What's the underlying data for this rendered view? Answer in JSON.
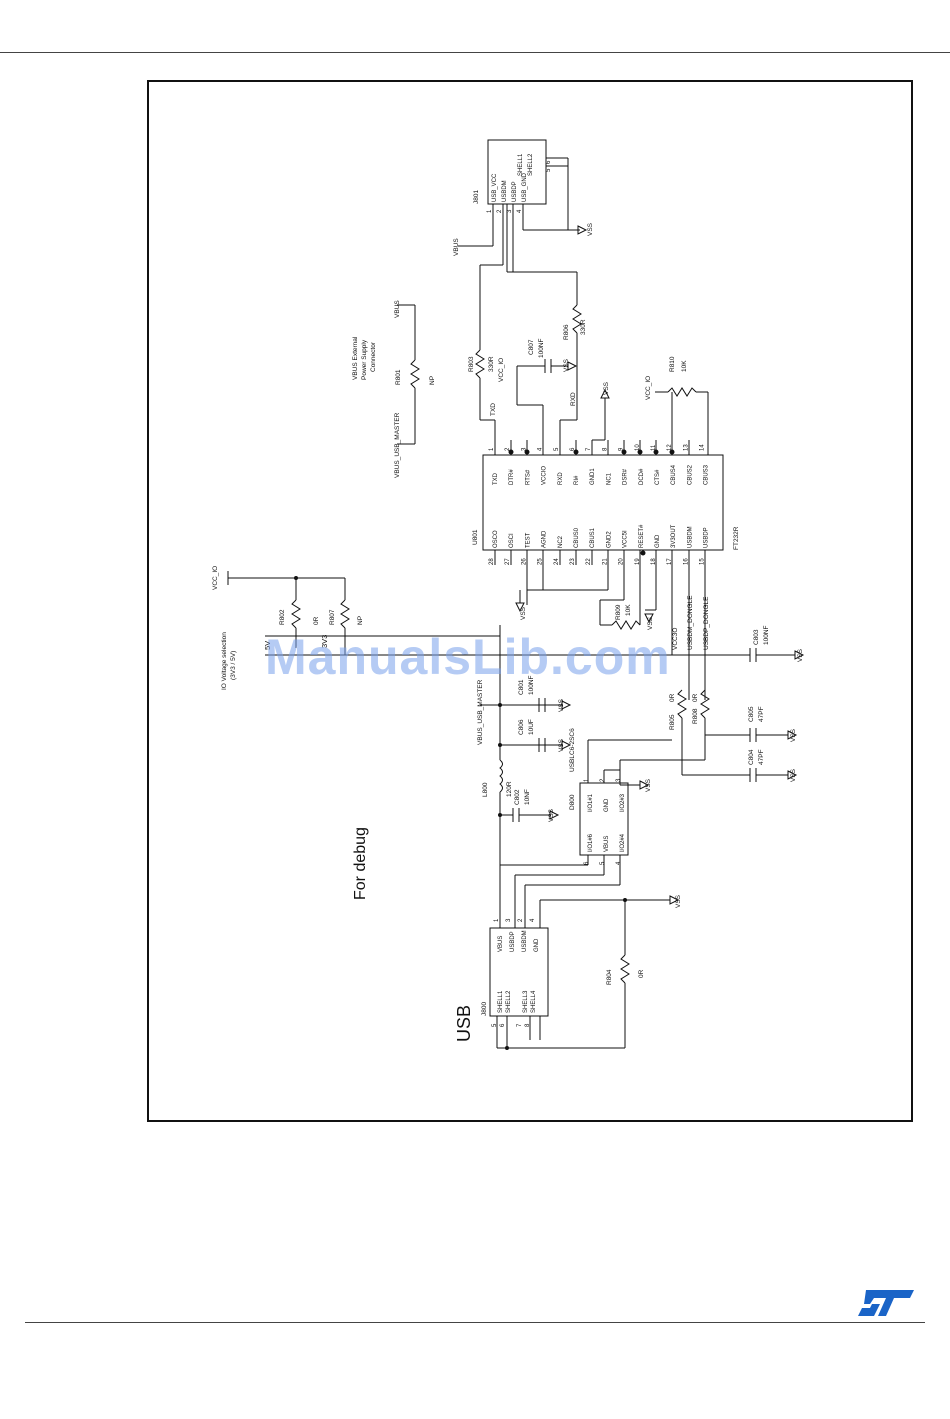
{
  "watermark": "ManualsLib.com",
  "titles": {
    "debug": "For debug",
    "usb": "USB"
  },
  "labels": {
    "io_voltage": "IO Voltage selection",
    "io_voltage_sub": "(3V3 / 5V)",
    "vcc_io": "VCC_IO",
    "v5": "5V",
    "v3": "3V3",
    "vbus_master": "VBUS_USB_MASTER",
    "vbus": "VBUS",
    "vss": "VSS",
    "vbus_ext1": "VBUS External",
    "vbus_ext2": "Power Supply",
    "vbus_ext3": "Connector",
    "usbdm_dongle": "USBDM_DONGLE",
    "usbdp_dongle": "USBDP_DONGLE",
    "vcc3o": "VCC3O",
    "txd": "TXD",
    "rxd": "RXD",
    "reset": "RESET#"
  },
  "components": {
    "j801": "J801",
    "j800": "J800",
    "u801": "U801",
    "ft232r": "FT232R",
    "d800": "D800",
    "d800_part": "USBLC6-2SC6",
    "r801": "R801",
    "r801_val": "NP",
    "r802": "R802",
    "r802_val": "0R",
    "r807": "R807",
    "r807_val": "NP",
    "r803": "R803",
    "r803_val": "330R",
    "r806": "R806",
    "r806_val": "330R",
    "r810": "R810",
    "r810_val": "10K",
    "r809": "R809",
    "r809_val": "10K",
    "r805": "R805",
    "r805_val": "0R",
    "r808": "R808",
    "r808_val": "0R",
    "r804": "R804",
    "r804_val": "0R",
    "c807": "C807",
    "c807_val": "100NF",
    "c801": "C801",
    "c801_val": "100NF",
    "c806": "C806",
    "c806_val": "10UF",
    "c802": "C802",
    "c802_val": "10NF",
    "c803": "C803",
    "c803_val": "100NF",
    "c804": "C804",
    "c804_val": "47PF",
    "c805": "C805",
    "c805_val": "47PF",
    "l800": "L800",
    "l800_val": "120R"
  },
  "j801_pins": [
    "USB_VCC",
    "USBDM",
    "USBDP",
    "USB_GND",
    "SHELL1",
    "SHELL2"
  ],
  "j801_nums": [
    "1",
    "2",
    "3",
    "4",
    "5",
    "6"
  ],
  "j800_pins": [
    "VBUS",
    "USBDP",
    "USBDM",
    "GND"
  ],
  "j800_nums": [
    "1",
    "3",
    "2",
    "4"
  ],
  "j800_shell": [
    "SHELL1",
    "SHELL2",
    "SHELL3",
    "SHELL4"
  ],
  "j800_shell_nums": [
    "5",
    "6",
    "7",
    "8"
  ],
  "u801_left_names": [
    "TXD",
    "DTR#",
    "RTS#",
    "VCCIO",
    "RXD",
    "RI#",
    "GND1",
    "NC1",
    "DSR#",
    "DCD#",
    "CTS#",
    "CBUS4",
    "CBUS2",
    "CBUS3"
  ],
  "u801_left_nums": [
    "1",
    "2",
    "3",
    "4",
    "5",
    "6",
    "7",
    "8",
    "9",
    "10",
    "11",
    "12",
    "13",
    "14"
  ],
  "u801_right_names": [
    "OSCO",
    "OSCI",
    "TEST",
    "AGND",
    "NC2",
    "CBUS0",
    "CBUS1",
    "GND2",
    "VCC5I",
    "RESET#",
    "GND",
    "3V3OUT",
    "USBDM",
    "USBDP"
  ],
  "u801_right_nums": [
    "28",
    "27",
    "26",
    "25",
    "24",
    "23",
    "22",
    "21",
    "20",
    "19",
    "18",
    "17",
    "16",
    "15"
  ],
  "d800_left": [
    "I/O1#6",
    "VBUS",
    "I/O2#4"
  ],
  "d800_left_nums": [
    "6",
    "5",
    "4"
  ],
  "d800_right": [
    "I/O1#1",
    "GND",
    "I/O2#3"
  ],
  "d800_right_nums": [
    "1",
    "2",
    "3"
  ]
}
